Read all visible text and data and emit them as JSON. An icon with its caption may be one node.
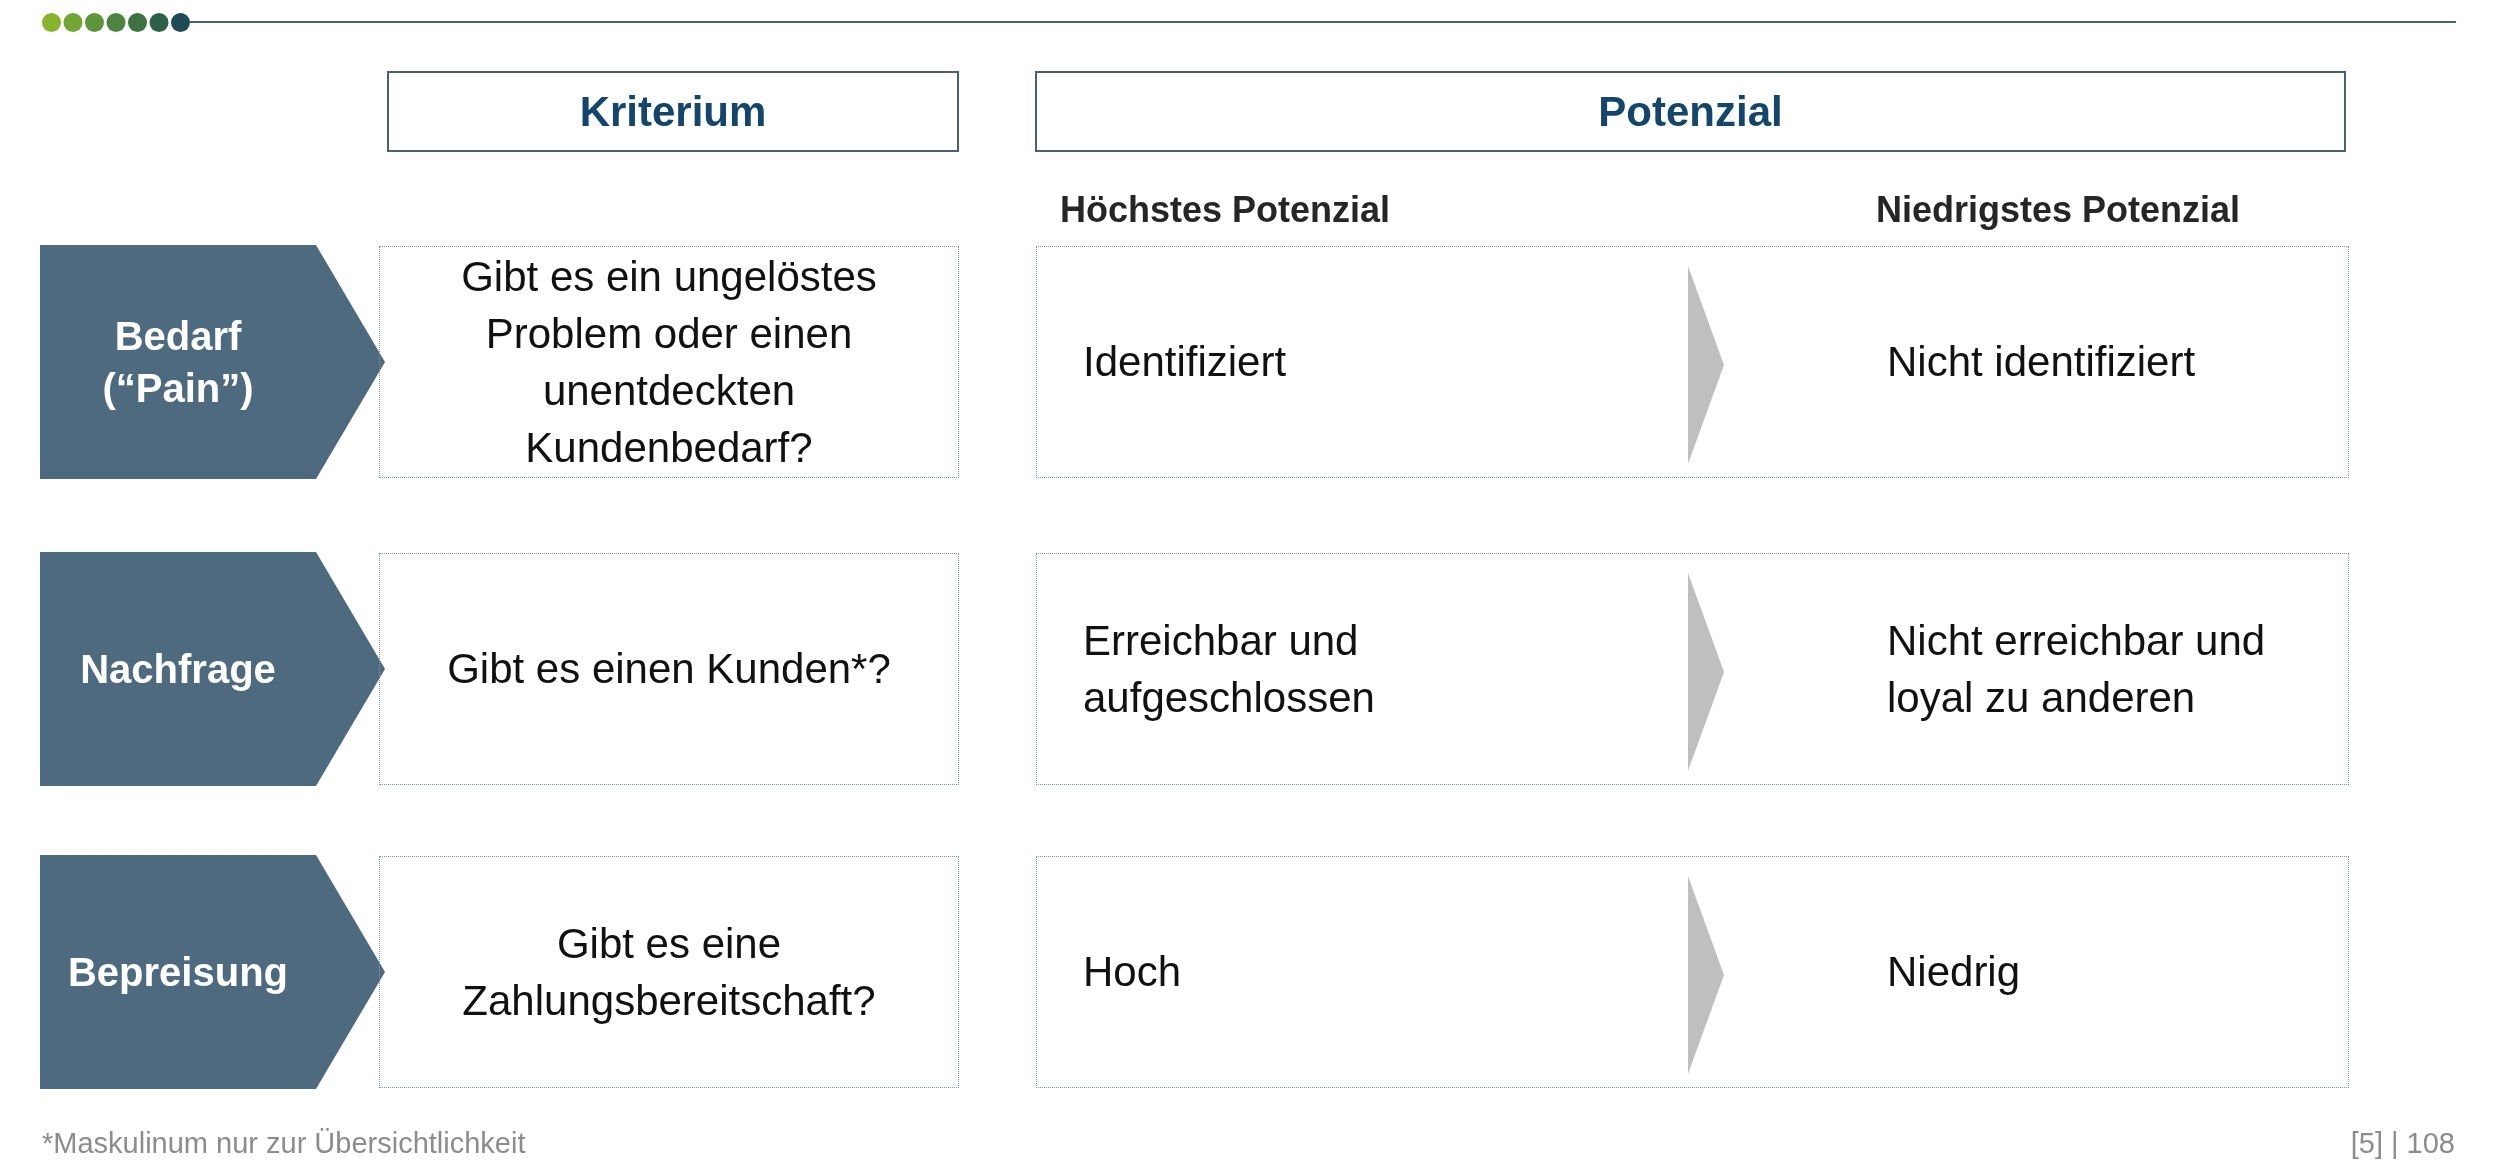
{
  "diagram": {
    "nodes": [
      {
        "text": [
          "Kriterium"
        ]
      },
      {
        "text": [
          "Potenzial"
        ]
      },
      {
        "text": [
          "Bedarf (“Pain”)"
        ]
      },
      {
        "text": [
          "Gibt es ein ungelöstes Problem oder einen unentdeckten Kundenbedarf?"
        ]
      },
      {
        "text": [
          "Identifiziert",
          "Nicht identifiziert"
        ]
      },
      {
        "text": [],
        "shape": "triangle",
        "in": 4
      },
      {
        "text": [
          "Nachfrage"
        ]
      },
      {
        "text": [
          "Gibt es einen Kunden*?"
        ]
      },
      {
        "text": [
          "Erreichbar und aufgeschlossen",
          "Nicht erreichbar und loyal zu anderen"
        ]
      },
      {
        "text": [],
        "shape": "triangle",
        "in": 8
      },
      {
        "text": [
          "Bepreisung"
        ]
      },
      {
        "text": [
          "Gibt es eine Zahlungsbereitschaft?"
        ]
      },
      {
        "text": [
          "Hoch",
          "Niedrig"
        ]
      },
      {
        "text": [],
        "shape": "triangle",
        "in": 12
      }
    ],
    "labels": [
      "Höchstes Potenzial",
      "Niedrigstes Potenzial",
      "*Maskulinum nur zur Übersichtlichkeit",
      "[5] | 108"
    ]
  }
}
